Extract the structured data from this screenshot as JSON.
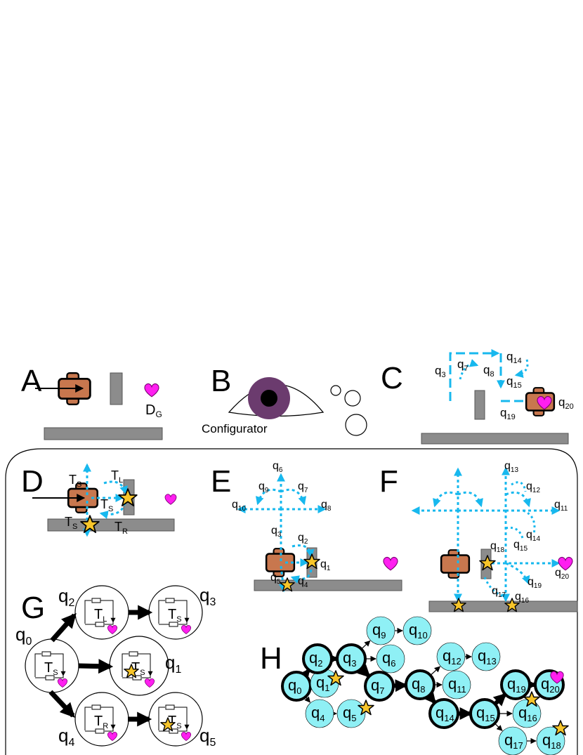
{
  "colors": {
    "robot": "#c8774e",
    "wall": "#8c8c8c",
    "heart": "#ff1ff0",
    "star": "#f7c52a",
    "arrow": "#17b8ee",
    "node_fill": "#8ff0f5",
    "iris": "#6b3b6e"
  },
  "panels": {
    "A": {
      "label": "A",
      "goal_label": "D",
      "goal_sub": "G"
    },
    "B": {
      "label": "B",
      "caption": "Configurator"
    },
    "C": {
      "label": "C",
      "q3": "3",
      "q7": "7",
      "q8": "8",
      "q14": "14",
      "q15": "15",
      "q19": "19",
      "q20": "20"
    },
    "D": {
      "label": "D",
      "ts_top": "S",
      "tl": "L",
      "ts_mid": "S",
      "ts_bot": "S",
      "tr": "R"
    },
    "E": {
      "label": "E",
      "q1": "1",
      "q2": "2",
      "q3": "3",
      "q4": "4",
      "q5": "5",
      "q6": "6",
      "q7": "7",
      "q8": "8",
      "q9": "9",
      "q10": "10"
    },
    "F": {
      "label": "F",
      "q11": "11",
      "q12": "12",
      "q13": "13",
      "q14": "14",
      "q15": "15",
      "q16": "16",
      "q17": "17",
      "q18": "18",
      "q19": "19",
      "q20": "20"
    },
    "G": {
      "label": "G",
      "q0": "0",
      "q1": "1",
      "q2": "2",
      "q3": "3",
      "q4": "4",
      "q5": "5",
      "t0": "S",
      "t1": "S",
      "t2": "L",
      "t3": "S",
      "t4": "R",
      "t5": "S"
    },
    "H": {
      "label": "H",
      "nodes": [
        {
          "id": "q0",
          "sub": "0",
          "bold": true
        },
        {
          "id": "q1",
          "sub": "1",
          "bold": false
        },
        {
          "id": "q2",
          "sub": "2",
          "bold": true
        },
        {
          "id": "q3",
          "sub": "3",
          "bold": true
        },
        {
          "id": "q4",
          "sub": "4",
          "bold": false
        },
        {
          "id": "q5",
          "sub": "5",
          "bold": false
        },
        {
          "id": "q6",
          "sub": "6",
          "bold": false
        },
        {
          "id": "q7",
          "sub": "7",
          "bold": true
        },
        {
          "id": "q8",
          "sub": "8",
          "bold": true
        },
        {
          "id": "q9",
          "sub": "9",
          "bold": false
        },
        {
          "id": "q10",
          "sub": "10",
          "bold": false
        },
        {
          "id": "q11",
          "sub": "11",
          "bold": false
        },
        {
          "id": "q12",
          "sub": "12",
          "bold": false
        },
        {
          "id": "q13",
          "sub": "13",
          "bold": false
        },
        {
          "id": "q14",
          "sub": "14",
          "bold": true
        },
        {
          "id": "q15",
          "sub": "15",
          "bold": true
        },
        {
          "id": "q16",
          "sub": "16",
          "bold": false
        },
        {
          "id": "q17",
          "sub": "17",
          "bold": false
        },
        {
          "id": "q18",
          "sub": "18",
          "bold": false
        },
        {
          "id": "q19",
          "sub": "19",
          "bold": true
        },
        {
          "id": "q20",
          "sub": "20",
          "bold": true
        }
      ],
      "edges": [
        [
          "q0",
          "q2",
          true
        ],
        [
          "q0",
          "q1",
          false
        ],
        [
          "q0",
          "q4",
          false
        ],
        [
          "q4",
          "q5",
          false
        ],
        [
          "q2",
          "q3",
          true
        ],
        [
          "q3",
          "q9",
          false
        ],
        [
          "q9",
          "q10",
          false
        ],
        [
          "q3",
          "q6",
          false
        ],
        [
          "q3",
          "q7",
          true
        ],
        [
          "q7",
          "q8",
          true
        ],
        [
          "q8",
          "q12",
          false
        ],
        [
          "q12",
          "q13",
          false
        ],
        [
          "q8",
          "q11",
          false
        ],
        [
          "q8",
          "q14",
          true
        ],
        [
          "q14",
          "q15",
          true
        ],
        [
          "q15",
          "q19",
          true
        ],
        [
          "q19",
          "q20",
          true
        ],
        [
          "q15",
          "q16",
          false
        ],
        [
          "q15",
          "q17",
          false
        ],
        [
          "q17",
          "q18",
          false
        ]
      ]
    }
  }
}
